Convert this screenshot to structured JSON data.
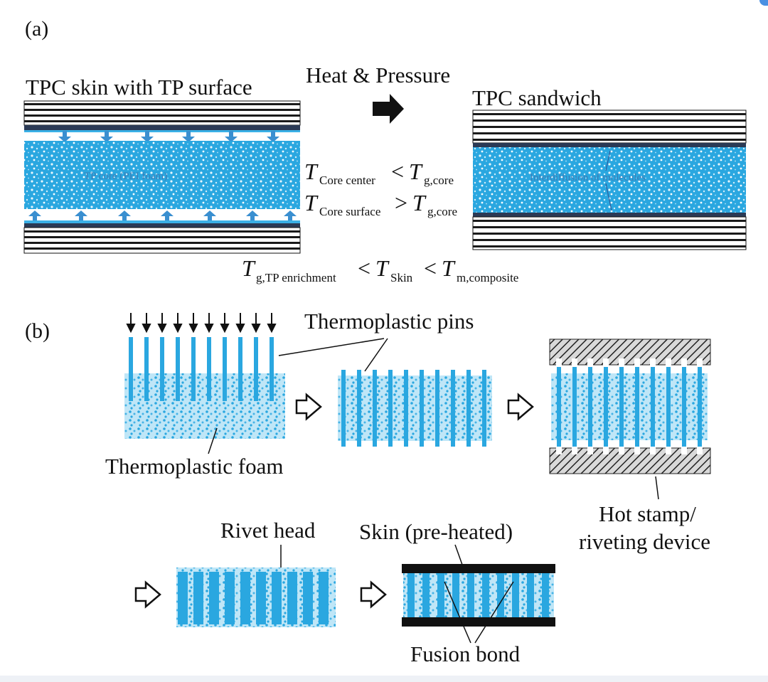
{
  "panel_a": {
    "label": "(a)",
    "skin_label": "TPC skin with TP surface",
    "core_label": "TP core (PEI foam)",
    "process_label": "Heat & Pressure",
    "sandwich_label": "TPC sandwich",
    "interdiffusion_label": "Interdiffusion of molecules",
    "eq1": {
      "t1": "T",
      "s1": "Core center",
      "op": "<",
      "t2": "T",
      "s2": "g,core"
    },
    "eq2": {
      "t1": "T",
      "s1": "Core surface",
      "op": ">",
      "t2": "T",
      "s2": "g,core"
    },
    "eq3": {
      "t1": "T",
      "s1": "g,TP enrichment",
      "op1": "<",
      "t2": "T",
      "s2": "Skin",
      "op2": "<",
      "t3": "T",
      "s3": "m,composite"
    }
  },
  "panel_b": {
    "label": "(b)",
    "pins_label": "Thermoplastic pins",
    "foam_label": "Thermoplastic foam",
    "device_label_1": "Hot stamp/",
    "device_label_2": "riveting device",
    "rivet_label": "Rivet head",
    "skin_label": "Skin (pre-heated)",
    "fusion_label": "Fusion bond"
  },
  "colors": {
    "foam": "#2aa7e0",
    "foam_dark": "#1e88c8",
    "skin_dark": "#2b3a55",
    "stripe_dark": "#1a1a1a",
    "arrow_fill": "#111111"
  }
}
